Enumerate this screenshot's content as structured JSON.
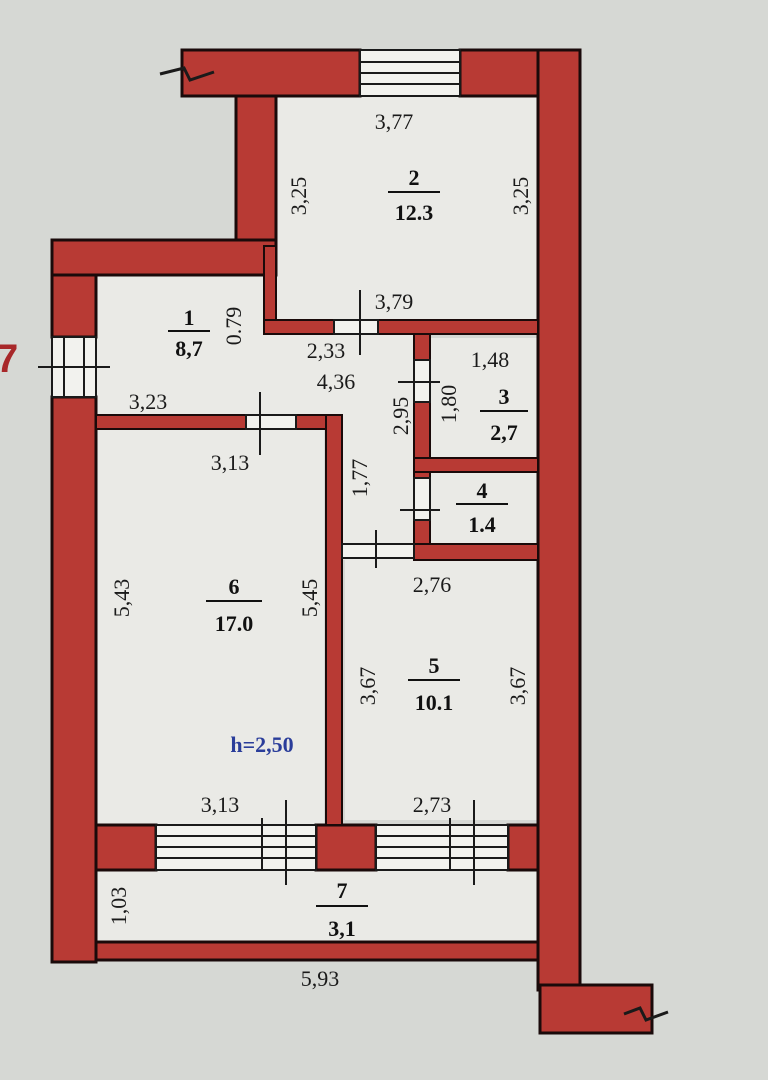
{
  "colors": {
    "wall_fill": "#b83a34",
    "wall_stroke": "#1a0a0a",
    "floor": "#eaeae6",
    "background": "#d6d8d4",
    "ceiling_label": "#2a3d9a",
    "edge_mark": "#a8282a"
  },
  "edge_mark": "7",
  "ceiling_height": "h=2,50",
  "rooms": [
    {
      "id": "room-1",
      "number": "1",
      "area": "8,7"
    },
    {
      "id": "room-2",
      "number": "2",
      "area": "12.3"
    },
    {
      "id": "room-3",
      "number": "3",
      "area": "2,7"
    },
    {
      "id": "room-4",
      "number": "4",
      "area": "1.4"
    },
    {
      "id": "room-5",
      "number": "5",
      "area": "10.1"
    },
    {
      "id": "room-6",
      "number": "6",
      "area": "17.0"
    },
    {
      "id": "room-7",
      "number": "7",
      "area": "3,1"
    }
  ],
  "dimensions": {
    "r2_top": "3,77",
    "r2_left": "3,25",
    "r2_right": "3,25",
    "r2_bottom": "3,79",
    "r1_small": "0.79",
    "corridor_a": "2,33",
    "corridor_b": "4,36",
    "r1_bottom": "3,23",
    "r6_top": "3,13",
    "r3_top": "1,48",
    "bath_wall": "2,95",
    "r3_left": "1,80",
    "corridor_c": "1,77",
    "r5_top": "2,76",
    "r6_left": "5,43",
    "r6_right": "5,45",
    "r5_left": "3,67",
    "r5_right": "3,67",
    "r6_bottom": "3,13",
    "r5_bottom": "2,73",
    "r7_left": "1,03",
    "total_bottom": "5,93"
  }
}
